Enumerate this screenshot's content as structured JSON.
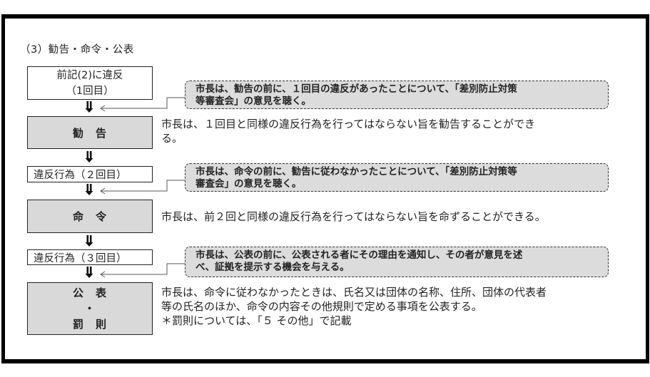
{
  "section_title": "（3）勧告・命令・公表",
  "flow": {
    "step1": {
      "line1": "前記(2)に違反",
      "line2": "（1回目）"
    },
    "advice": {
      "label": "勧　告"
    },
    "step2": {
      "label": "違反行為（２回目）"
    },
    "order": {
      "label": "命　令"
    },
    "step3": {
      "label": "違反行為（３回目）"
    },
    "publication": {
      "line1": "公　表",
      "line2": "・",
      "line3": "罰　則"
    }
  },
  "callouts": [
    {
      "line1": "市長は、勧告の前に、１回目の違反があったことについて、「差別防止対策",
      "line2": "等審査会」の意見を聴く。"
    },
    {
      "line1": "市長は、命令の前に、勧告に従わなかったことについて、「差別防止対策等",
      "line2": "審査会」の意見を聴く。"
    },
    {
      "line1": "市長は、公表の前に、公表される者にその理由を通知し、その者が意見を述",
      "line2": "べ、証拠を提示する機会を与える。"
    }
  ],
  "descriptions": {
    "advice": {
      "line1": "市長は、１回目と同様の違反行為を行ってはならない旨を勧告することができ",
      "line2": "る。"
    },
    "order": {
      "line1": "市長は、前２回と同様の違反行為を行ってはならない旨を命ずることができる。"
    },
    "publication": {
      "line1": "市長は、命令に従わなかったときは、氏名又は団体の名称、住所、団体の代表者",
      "line2": "等の氏名のほか、命令の内容その他規則で定める事項を公表する。",
      "line3": "＊罰則については、「５ その他」で記載"
    }
  },
  "colors": {
    "frame": "#000000",
    "gray_box": "#d9d9d9",
    "callout_fill": "#dcdcdc",
    "text": "#222222"
  },
  "icons": {
    "down_arrow": "double-down-arrow-icon",
    "left_arrow": "left-arrow-icon"
  }
}
